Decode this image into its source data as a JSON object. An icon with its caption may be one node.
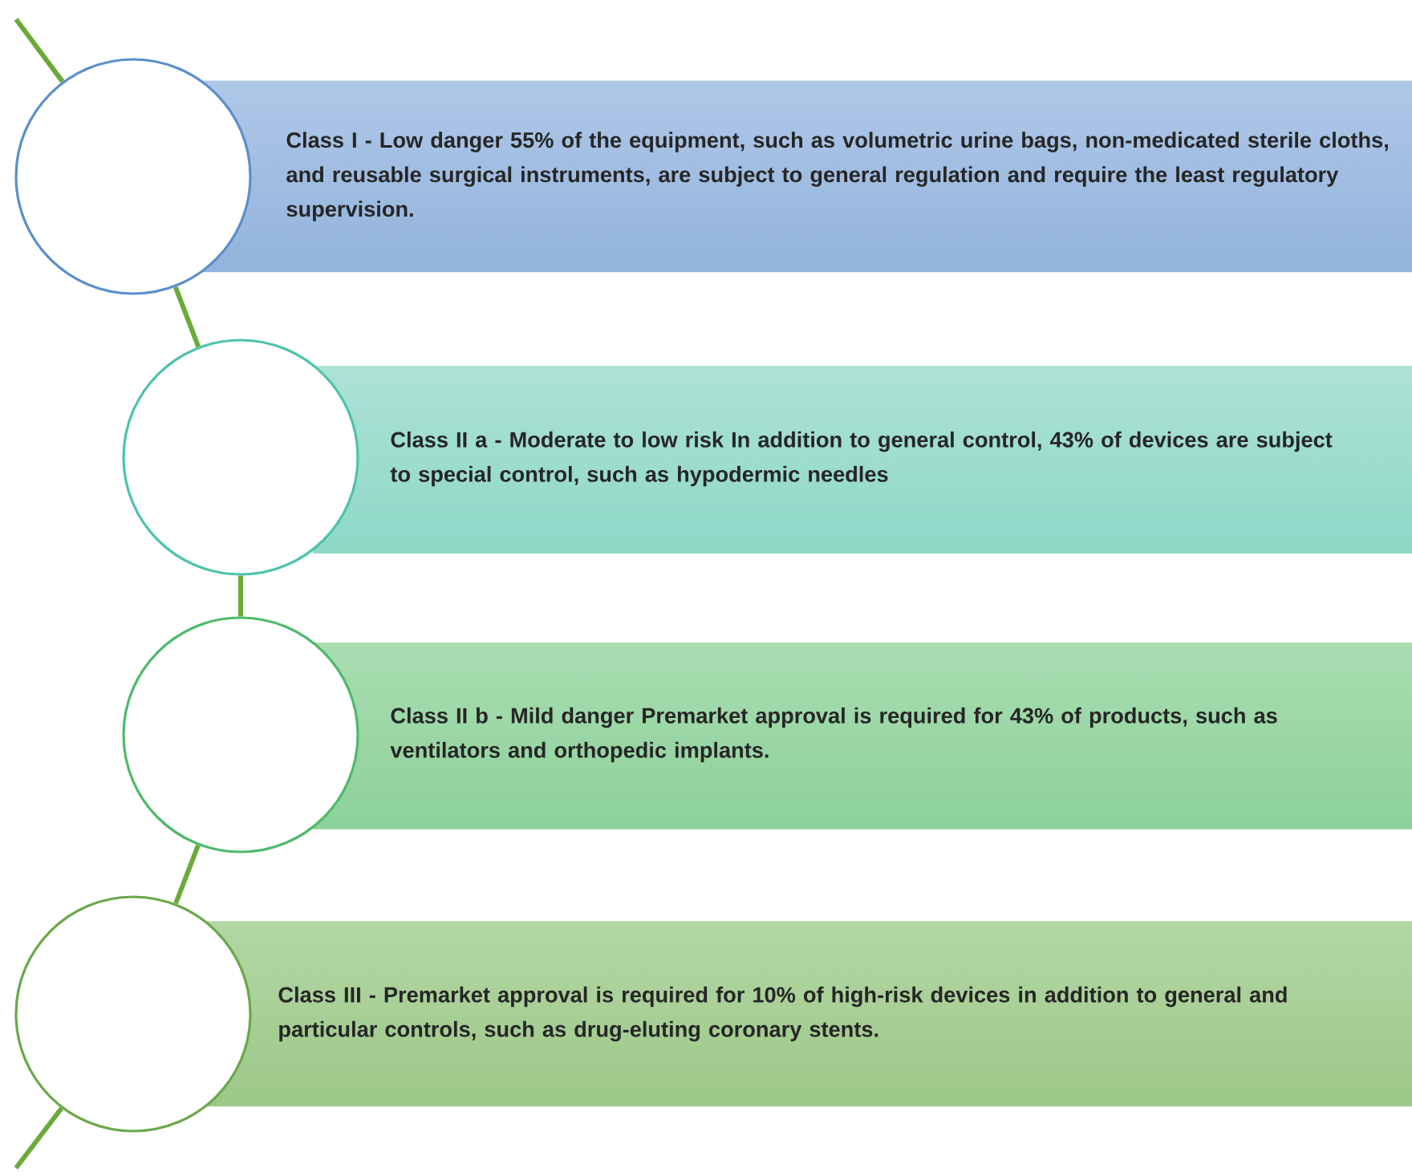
{
  "diagram": {
    "nodes": [
      {
        "text": [],
        "shape": "circle"
      },
      {
        "text": [
          "Class I - Low danger 55% of the equipment, such as volumetric urine bags, non-medicated sterile cloths, and reusable surgical instruments, are subject to general regulation and require the least regulatory supervision."
        ]
      },
      {
        "text": [],
        "shape": "circle"
      },
      {
        "text": [
          "Class II a - Moderate to low risk In addition to general control, 43% of devices are subject to special control, such as hypodermic needles"
        ]
      },
      {
        "text": [],
        "shape": "circle"
      },
      {
        "text": [
          "Class II b - Mild danger Premarket approval is required for 43% of products, such as ventilators and orthopedic implants."
        ]
      },
      {
        "text": [],
        "shape": "circle"
      },
      {
        "text": [
          "Class III - Premarket approval is required for 10% of high-risk devices in addition to general and particular controls, such as drug-eluting coronary stents."
        ]
      }
    ],
    "edges": [
      {
        "from": null,
        "to": 0,
        "arrow": "none"
      },
      {
        "from": 0,
        "to": 2,
        "arrow": "none"
      },
      {
        "from": 2,
        "to": 4,
        "arrow": "none"
      },
      {
        "from": 4,
        "to": 6,
        "arrow": "none"
      },
      {
        "from": 6,
        "to": null,
        "arrow": "none"
      }
    ]
  }
}
